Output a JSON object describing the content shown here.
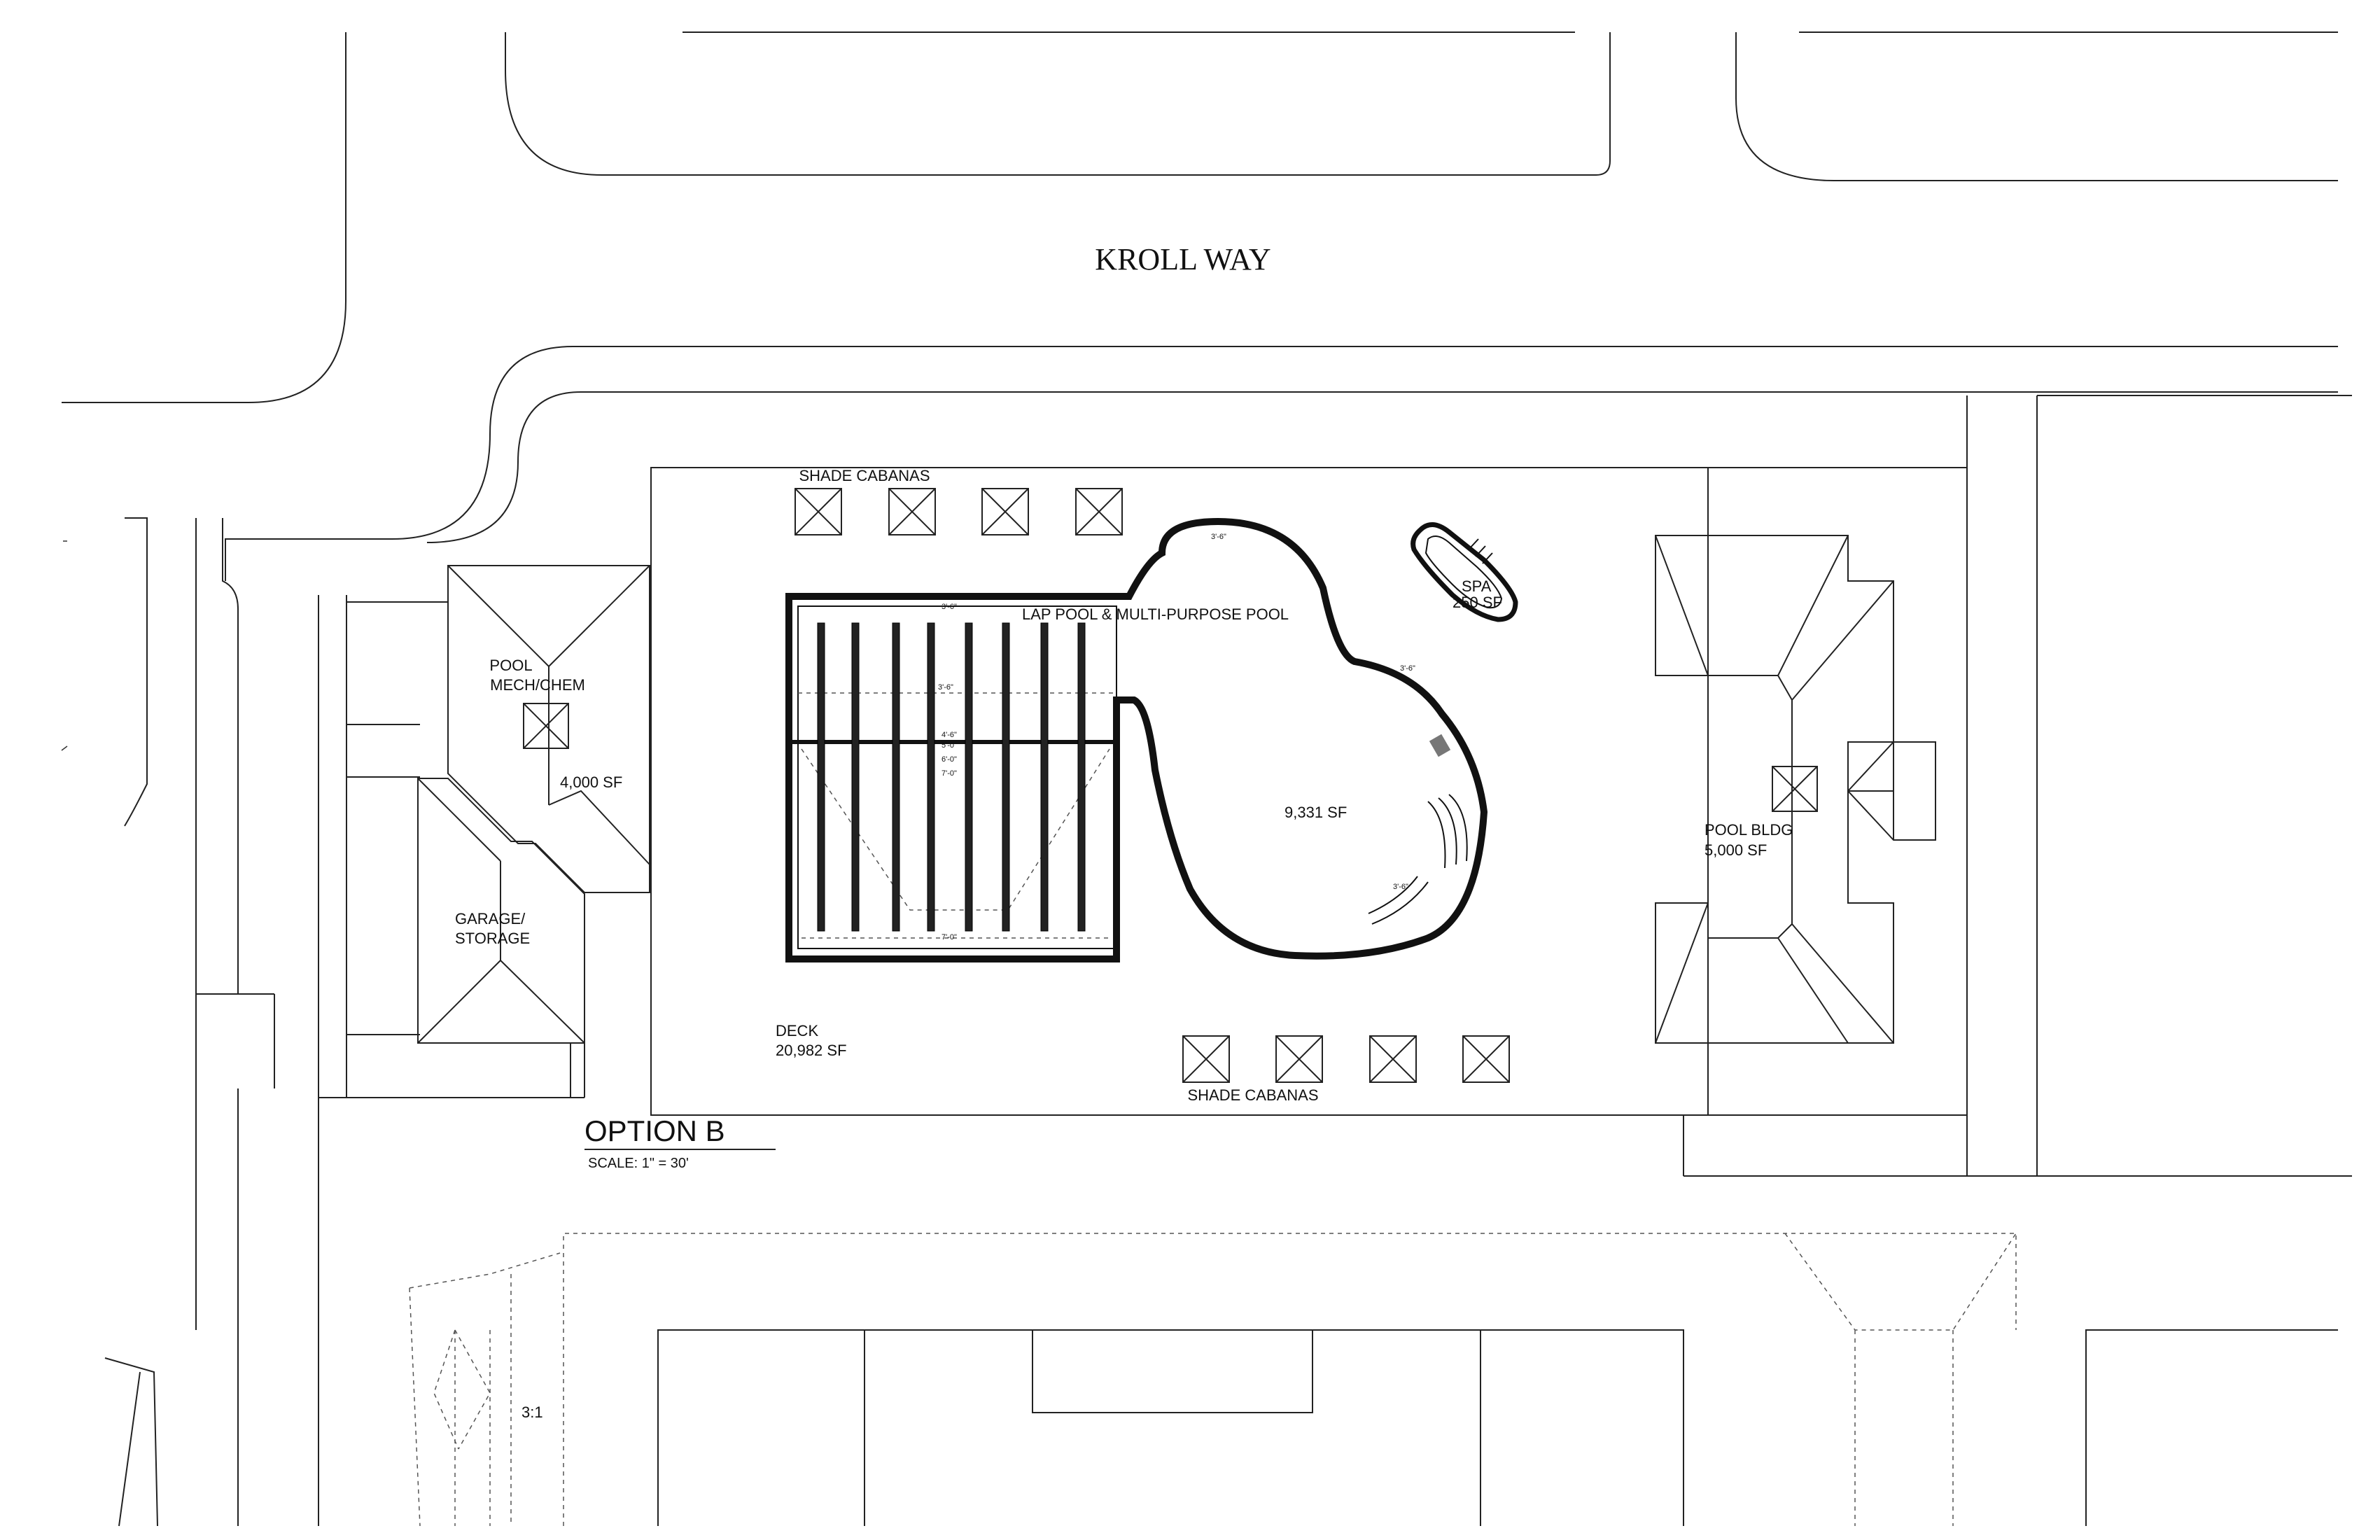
{
  "plan": {
    "street_name": "KROLL WAY",
    "option_title": "OPTION B",
    "scale": "SCALE:  1\" = 30'",
    "labels": {
      "shade_cabanas_top": "SHADE CABANAS",
      "shade_cabanas_bottom": "SHADE CABANAS",
      "pool_mech_line1": "POOL",
      "pool_mech_line2": "MECH/CHEM",
      "mech_area": "4,000 SF",
      "garage_line1": "GARAGE/",
      "garage_line2": "STORAGE",
      "deck": "DECK",
      "deck_area": "20,982 SF",
      "lap_pool": "LAP POOL & MULTI-PURPOSE POOL",
      "pool_area": "9,331 SF",
      "spa": "SPA",
      "spa_area": "250 SF",
      "pool_bldg": "POOL BLDG",
      "pool_bldg_area": "5,000 SF",
      "slope": "3:1"
    },
    "dimensions": {
      "d1": "3'-6\"",
      "d2": "3'-6\"",
      "d3": "3'-6\"",
      "d4": "4'-6\"",
      "d5": "5'-0\"",
      "d6": "6'-0\"",
      "d7": "7'-0\"",
      "d8": "3'-6\"",
      "d9": "3'-6\"",
      "d10": "7'-0\""
    }
  }
}
